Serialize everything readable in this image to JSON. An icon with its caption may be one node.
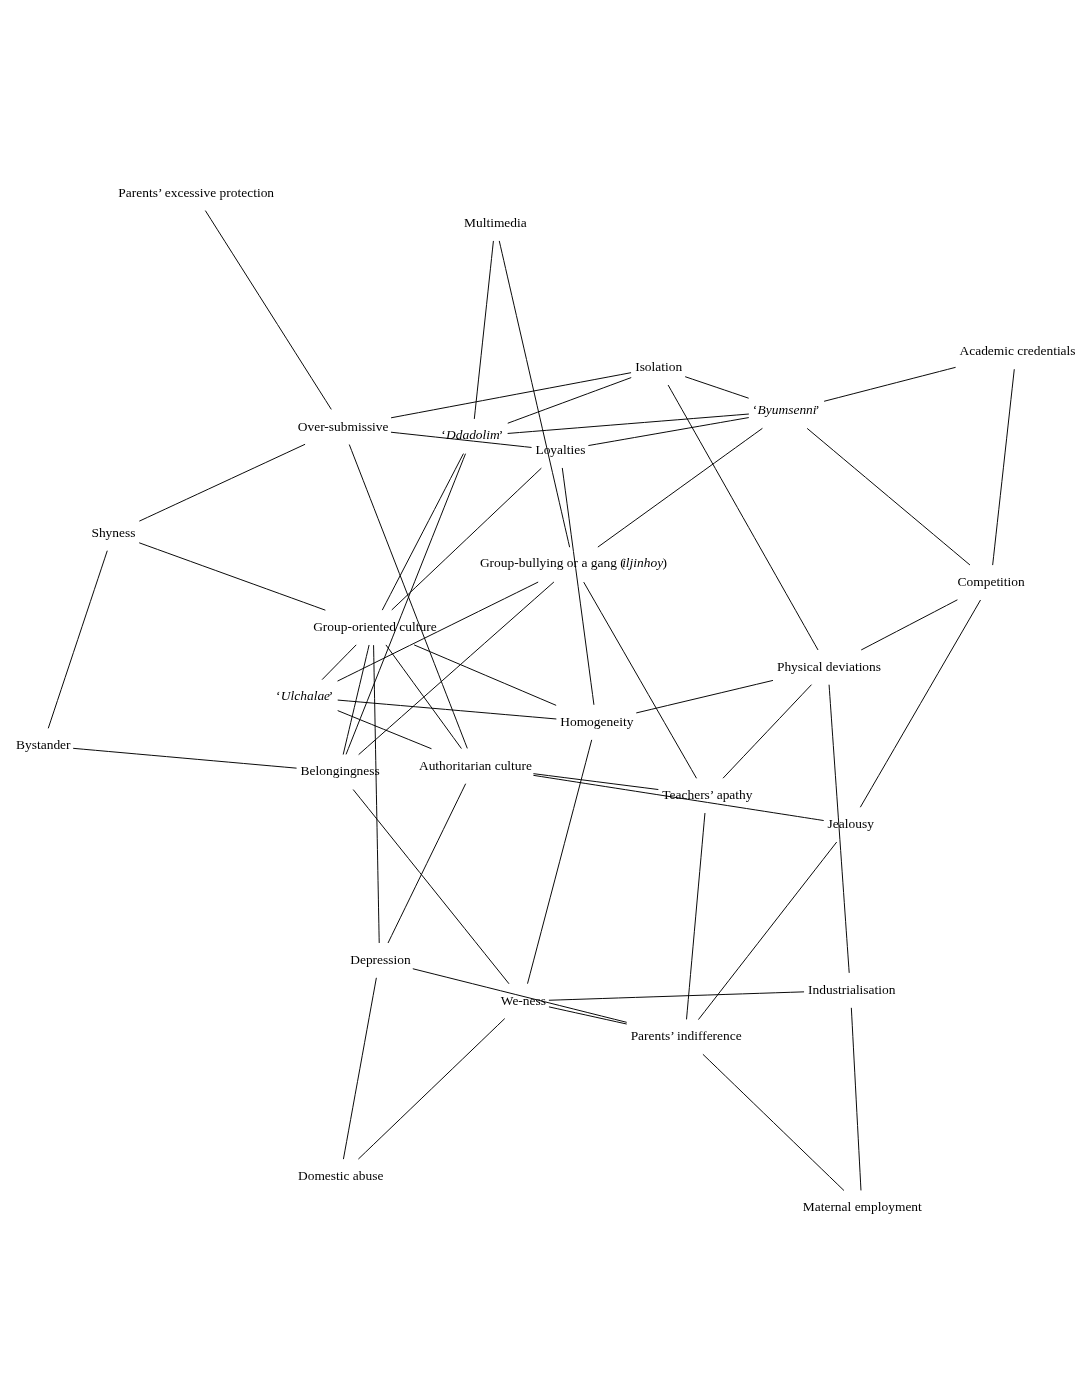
{
  "diagram": {
    "nodes": [
      {
        "text": [
          "Authoritarian culture"
        ]
      },
      {
        "text": [
          "Over-submissive"
        ]
      },
      {
        "text": [
          "‘*Byumsenni*’"
        ]
      },
      {
        "text": [
          "Belongingness"
        ]
      },
      {
        "text": [
          "We-ness"
        ]
      },
      {
        "text": [
          "Parents’ excessive protection"
        ]
      },
      {
        "text": [
          "Physical deviations"
        ]
      },
      {
        "text": [
          "Teachers’ apathy"
        ]
      },
      {
        "text": [
          "Domestic abuse"
        ]
      },
      {
        "text": [
          "Depression"
        ]
      },
      {
        "text": [
          "Jealousy"
        ]
      },
      {
        "text": [
          "Competition"
        ]
      },
      {
        "text": [
          "Academic credentials"
        ]
      },
      {
        "text": [
          "Maternal employment"
        ]
      },
      {
        "text": [
          "Parents’ indifference"
        ]
      },
      {
        "text": [
          "Multimedia"
        ]
      },
      {
        "text": [
          "Group-bullying or a gang (*iljinhoy*)"
        ]
      },
      {
        "text": [
          "Shyness"
        ]
      },
      {
        "text": [
          "Bystander"
        ]
      },
      {
        "text": [
          "‘*Ulchalae*’"
        ]
      },
      {
        "text": [
          "Industrialisation"
        ]
      },
      {
        "text": [
          "Loyalties"
        ]
      },
      {
        "text": [
          "Homogeneity"
        ]
      },
      {
        "text": [
          "Isolation"
        ]
      },
      {
        "text": [
          "‘*Ddadolim*’"
        ]
      },
      {
        "text": [
          "Group-oriented culture"
        ]
      }
    ],
    "edges": [
      {
        "from": 0,
        "to": 1,
        "arrow": "none"
      },
      {
        "from": 0,
        "to": 7,
        "arrow": "none"
      },
      {
        "from": 0,
        "to": 19,
        "arrow": "none"
      },
      {
        "from": 0,
        "to": 10,
        "arrow": "none"
      },
      {
        "from": 0,
        "to": 9,
        "arrow": "none"
      },
      {
        "from": 0,
        "to": 25,
        "arrow": "none"
      },
      {
        "from": 1,
        "to": 5,
        "arrow": "none"
      },
      {
        "from": 1,
        "to": 21,
        "arrow": "none"
      },
      {
        "from": 1,
        "to": 23,
        "arrow": "none"
      },
      {
        "from": 1,
        "to": 17,
        "arrow": "none"
      },
      {
        "from": 2,
        "to": 11,
        "arrow": "none"
      },
      {
        "from": 2,
        "to": 24,
        "arrow": "none"
      },
      {
        "from": 2,
        "to": 12,
        "arrow": "none"
      },
      {
        "from": 2,
        "to": 16,
        "arrow": "none"
      },
      {
        "from": 2,
        "to": 23,
        "arrow": "none"
      },
      {
        "from": 2,
        "to": 21,
        "arrow": "none"
      },
      {
        "from": 3,
        "to": 4,
        "arrow": "none"
      },
      {
        "from": 3,
        "to": 16,
        "arrow": "none"
      },
      {
        "from": 3,
        "to": 18,
        "arrow": "none"
      },
      {
        "from": 3,
        "to": 25,
        "arrow": "none"
      },
      {
        "from": 3,
        "to": 24,
        "arrow": "none"
      },
      {
        "from": 4,
        "to": 22,
        "arrow": "none"
      },
      {
        "from": 4,
        "to": 14,
        "arrow": "none"
      },
      {
        "from": 4,
        "to": 20,
        "arrow": "none"
      },
      {
        "from": 4,
        "to": 8,
        "arrow": "none"
      },
      {
        "from": 6,
        "to": 7,
        "arrow": "none"
      },
      {
        "from": 6,
        "to": 11,
        "arrow": "none"
      },
      {
        "from": 6,
        "to": 23,
        "arrow": "none"
      },
      {
        "from": 6,
        "to": 20,
        "arrow": "none"
      },
      {
        "from": 6,
        "to": 22,
        "arrow": "none"
      },
      {
        "from": 7,
        "to": 14,
        "arrow": "none"
      },
      {
        "from": 7,
        "to": 16,
        "arrow": "none"
      },
      {
        "from": 8,
        "to": 9,
        "arrow": "none"
      },
      {
        "from": 9,
        "to": 14,
        "arrow": "none"
      },
      {
        "from": 9,
        "to": 25,
        "arrow": "none"
      },
      {
        "from": 10,
        "to": 11,
        "arrow": "none"
      },
      {
        "from": 10,
        "to": 14,
        "arrow": "none"
      },
      {
        "from": 11,
        "to": 12,
        "arrow": "none"
      },
      {
        "from": 13,
        "to": 14,
        "arrow": "none"
      },
      {
        "from": 13,
        "to": 20,
        "arrow": "none"
      },
      {
        "from": 15,
        "to": 16,
        "arrow": "none"
      },
      {
        "from": 15,
        "to": 24,
        "arrow": "none"
      },
      {
        "from": 17,
        "to": 18,
        "arrow": "none"
      },
      {
        "from": 17,
        "to": 25,
        "arrow": "none"
      },
      {
        "from": 19,
        "to": 16,
        "arrow": "none"
      },
      {
        "from": 19,
        "to": 22,
        "arrow": "none"
      },
      {
        "from": 19,
        "to": 25,
        "arrow": "none"
      },
      {
        "from": 21,
        "to": 22,
        "arrow": "none"
      },
      {
        "from": 21,
        "to": 25,
        "arrow": "none"
      },
      {
        "from": 22,
        "to": 25,
        "arrow": "none"
      },
      {
        "from": 23,
        "to": 24,
        "arrow": "none"
      },
      {
        "from": 24,
        "to": 25,
        "arrow": "none"
      }
    ]
  }
}
